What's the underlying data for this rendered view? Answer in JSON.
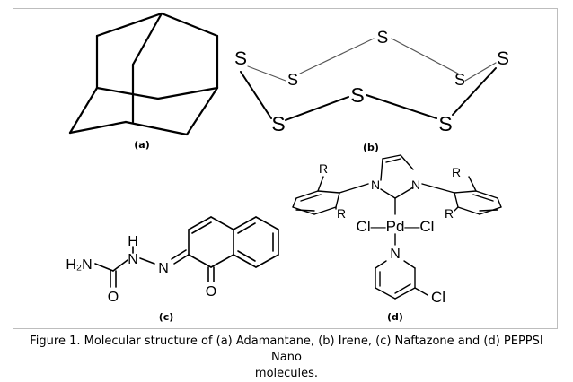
{
  "panels": {
    "a": {
      "label": "(a)"
    },
    "b": {
      "label": "(b)",
      "atoms": {
        "sulfur": "S"
      }
    },
    "c": {
      "label": "(c)",
      "atoms": {
        "amine": "H₂N",
        "hydrogen": "H",
        "nitrogen1": "N",
        "nitrogen2": "N",
        "oxygen1": "O",
        "oxygen2": "O"
      }
    },
    "d": {
      "label": "(d)",
      "atoms": {
        "r": "R",
        "nitrogen": "N",
        "pd_complex": "Cl—Pd—Cl",
        "pyridine_n": "N",
        "chlorine": "Cl"
      }
    }
  },
  "caption": {
    "line1": "Figure 1. Molecular structure of (a) Adamantane, (b) Irene, (c) Naftazone and (d) PEPPSI Nano",
    "line2": "molecules."
  }
}
